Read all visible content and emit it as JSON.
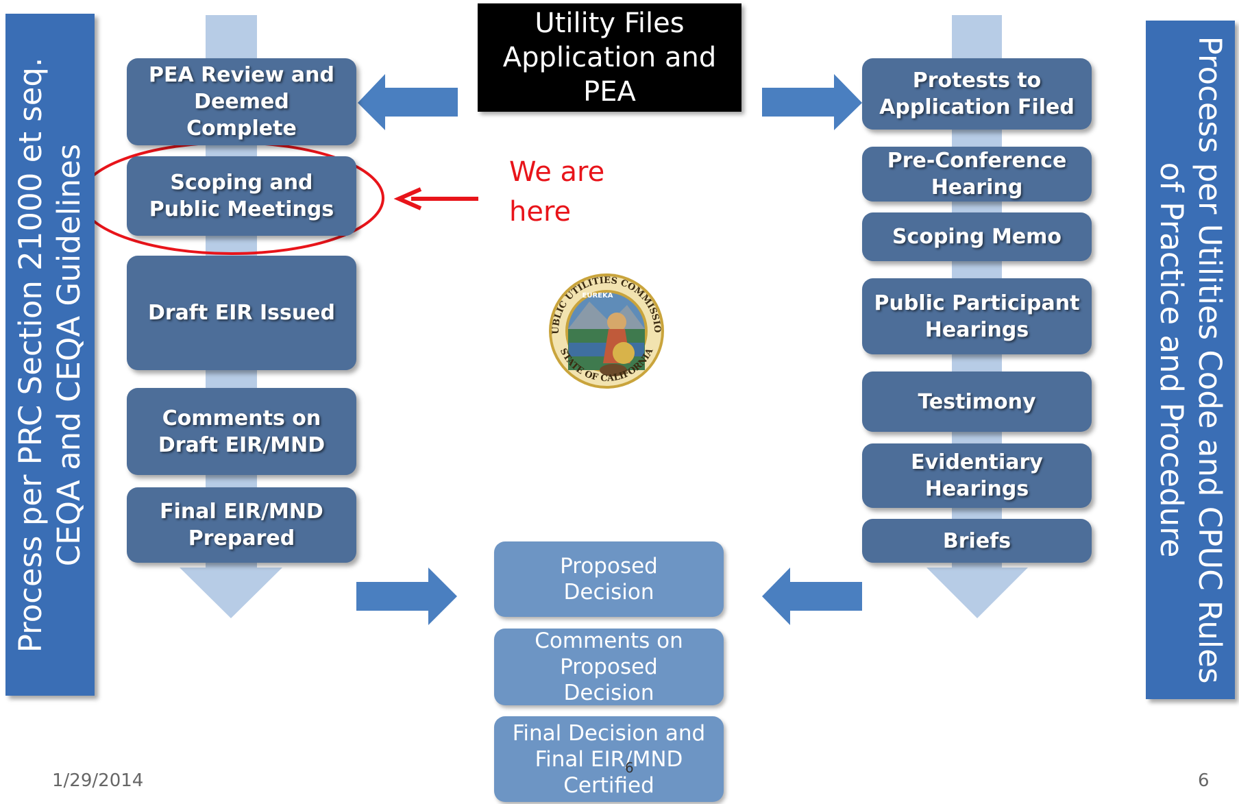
{
  "title": "Utility Files\nApplication and\nPEA",
  "left_sidebar": "Process per PRC Section 21000 et seq.\nCEQA and CEQA Guidelines",
  "right_sidebar": "Process per Utilities Code and CPUC Rules\nof Practice and Procedure",
  "ceqa_steps": [
    "PEA Review and\nDeemed\nComplete",
    "Scoping and\nPublic Meetings",
    "Draft EIR Issued",
    "Comments on\nDraft EIR/MND",
    "Final EIR/MND\nPrepared"
  ],
  "cpuc_steps": [
    "Protests to\nApplication Filed",
    "Pre-Conference\nHearing",
    "Scoping Memo",
    "Public Participant\nHearings",
    "Testimony",
    "Evidentiary\nHearings",
    "Briefs"
  ],
  "decision_steps": [
    "Proposed\nDecision",
    "Comments on\nProposed\nDecision",
    "Final Decision and\nFinal EIR/MND\nCertified"
  ],
  "callout": "We are\nhere",
  "seal": {
    "ring_top": "PUBLIC UTILITIES COMMISSION",
    "ring_bottom": "STATE OF CALIFORNIA",
    "motto": "EUREKA"
  },
  "footer": {
    "date": "1/29/2014",
    "page_center": "6",
    "page_number": "6"
  },
  "colors": {
    "sidebar": "#3a6eb5",
    "step": "#4d6e99",
    "decision": "#6d95c4",
    "arrow": "#4a7fc0",
    "flow_arrow": "#b7cce6",
    "callout": "#e8141a"
  }
}
